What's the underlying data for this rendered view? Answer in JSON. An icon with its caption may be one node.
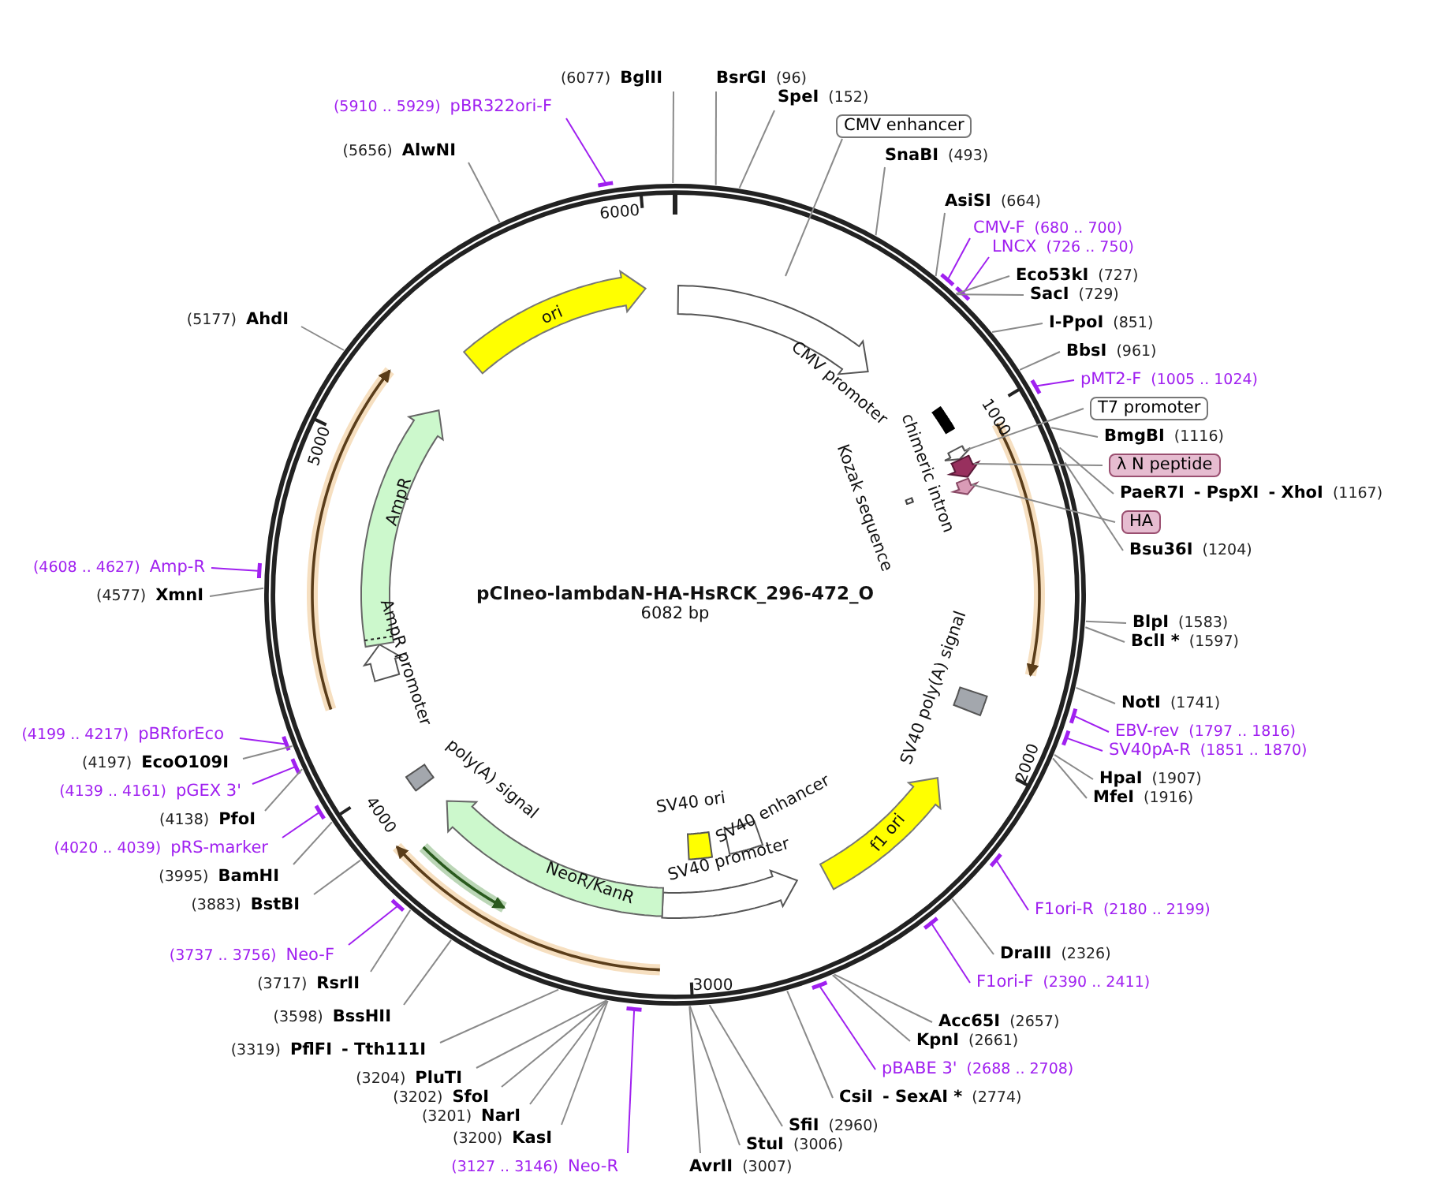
{
  "diagram": {
    "title": "pCIneo-lambdaN-HA-HsRCK_296-472_O",
    "nodes": [
      {
        "text": [
          "(6077)",
          "BglII"
        ]
      },
      {
        "text": [
          "BsrGI",
          "(96)"
        ]
      },
      {
        "text": [
          "SpeI",
          "(152)"
        ]
      },
      {
        "text": [
          "CMV enhancer"
        ]
      },
      {
        "text": [
          "SnaBI",
          "(493)"
        ]
      },
      {
        "text": [
          "AsiSI",
          "(664)"
        ]
      },
      {
        "text": [
          "CMV-F",
          "(680 .. 700)"
        ]
      },
      {
        "text": [
          "LNCX",
          "(726 .. 750)"
        ]
      },
      {
        "text": [
          "Eco53kI",
          "(727)"
        ]
      },
      {
        "text": [
          "SacI",
          "(729)"
        ]
      },
      {
        "text": [
          "I-PpoI",
          "(851)"
        ]
      },
      {
        "text": [
          "BbsI",
          "(961)"
        ]
      },
      {
        "text": [
          "pMT2-F",
          "(1005 .. 1024)"
        ]
      },
      {
        "text": [
          "T7 promoter"
        ]
      },
      {
        "text": [
          "BmgBI",
          "(1116)"
        ]
      },
      {
        "text": [
          "λ N peptide"
        ]
      },
      {
        "text": [
          "PaeR7I",
          "- PspXI",
          "- XhoI",
          "(1167)"
        ]
      },
      {
        "text": [
          "HA"
        ]
      },
      {
        "text": [
          "Bsu36I",
          "(1204)"
        ]
      },
      {
        "text": [
          "BlpI",
          "(1583)"
        ]
      },
      {
        "text": [
          "BclI *",
          "(1597)"
        ]
      },
      {
        "text": [
          "NotI",
          "(1741)"
        ]
      },
      {
        "text": [
          "EBV-rev",
          "(1797 .. 1816)"
        ]
      },
      {
        "text": [
          "SV40pA-R",
          "(1851 .. 1870)"
        ]
      },
      {
        "text": [
          "HpaI",
          "(1907)"
        ]
      },
      {
        "text": [
          "MfeI",
          "(1916)"
        ]
      },
      {
        "text": [
          "F1ori-R",
          "(2180 .. 2199)"
        ]
      },
      {
        "text": [
          "DraIII",
          "(2326)"
        ]
      },
      {
        "text": [
          "F1ori-F",
          "(2390 .. 2411)"
        ]
      },
      {
        "text": [
          "Acc65I",
          "(2657)"
        ]
      },
      {
        "text": [
          "KpnI",
          "(2661)"
        ]
      },
      {
        "text": [
          "pBABE 3'",
          "(2688 .. 2708)"
        ]
      },
      {
        "text": [
          "CsiI",
          "- SexAI *",
          "(2774)"
        ]
      },
      {
        "text": [
          "SfiI",
          "(2960)"
        ]
      },
      {
        "text": [
          "StuI",
          "(3006)"
        ]
      },
      {
        "text": [
          "AvrII",
          "(3007)"
        ]
      },
      {
        "text": [
          "(3127 .. 3146)",
          "Neo-R"
        ]
      },
      {
        "text": [
          "(3200)",
          "KasI"
        ]
      },
      {
        "text": [
          "(3201)",
          "NarI"
        ]
      },
      {
        "text": [
          "(3202)",
          "SfoI"
        ]
      },
      {
        "text": [
          "(3204)",
          "PluTI"
        ]
      },
      {
        "text": [
          "(3319)",
          "PflFI",
          "- Tth111I"
        ]
      },
      {
        "text": [
          "(3598)",
          "BssHII"
        ]
      },
      {
        "text": [
          "(3717)",
          "RsrII"
        ]
      },
      {
        "text": [
          "(3737 .. 3756)",
          "Neo-F"
        ]
      },
      {
        "text": [
          "(3883)",
          "BstBI"
        ]
      },
      {
        "text": [
          "(3995)",
          "BamHI"
        ]
      },
      {
        "text": [
          "(4020 .. 4039)",
          "pRS-marker"
        ]
      },
      {
        "text": [
          "(4138)",
          "PfoI"
        ]
      },
      {
        "text": [
          "(4139 .. 4161)",
          "pGEX 3'"
        ]
      },
      {
        "text": [
          "(4197)",
          "EcoO109I"
        ]
      },
      {
        "text": [
          "(4199 .. 4217)",
          "pBRforEco"
        ]
      },
      {
        "text": [
          "(4577)",
          "XmnI"
        ]
      },
      {
        "text": [
          "(4608 .. 4627)",
          "Amp-R"
        ]
      },
      {
        "text": [
          "(5177)",
          "AhdI"
        ]
      },
      {
        "text": [
          "(5656)",
          "AlwNI"
        ]
      },
      {
        "text": [
          "(5910 .. 5929)",
          "pBR322ori-F"
        ]
      },
      {
        "text": [
          "CMV promoter"
        ]
      },
      {
        "text": [
          "chimeric intron"
        ]
      },
      {
        "text": [
          "Kozak sequence"
        ]
      },
      {
        "text": [
          "SV40 poly(A) signal"
        ]
      },
      {
        "text": [
          "f1 ori"
        ]
      },
      {
        "text": [
          "SV40 enhancer"
        ]
      },
      {
        "text": [
          "SV40 ori"
        ]
      },
      {
        "text": [
          "SV40 promoter"
        ]
      },
      {
        "text": [
          "NeoR/KanR"
        ]
      },
      {
        "text": [
          "poly(A) signal"
        ]
      },
      {
        "text": [
          "AmpR promoter"
        ]
      },
      {
        "text": [
          "AmpR"
        ]
      },
      {
        "text": [
          "ori"
        ]
      },
      {
        "text": [],
        "shape": "arrow"
      },
      {
        "text": [],
        "shape": "arrow"
      },
      {
        "text": [],
        "shape": "arrow"
      }
    ],
    "edges": [
      {
        "from": 0,
        "to": null,
        "arrow": "none"
      },
      {
        "from": 1,
        "to": null,
        "arrow": "none"
      },
      {
        "from": 2,
        "to": null,
        "arrow": "none"
      },
      {
        "from": 3,
        "to": null,
        "arrow": "none"
      },
      {
        "from": 4,
        "to": null,
        "arrow": "none"
      },
      {
        "from": 5,
        "to": null,
        "arrow": "none"
      },
      {
        "from": 6,
        "to": null,
        "arrow": "none",
        "color": "#a020f0"
      },
      {
        "from": 7,
        "to": null,
        "arrow": "none",
        "color": "#a020f0"
      },
      {
        "from": 8,
        "to": null,
        "arrow": "none"
      },
      {
        "from": 9,
        "to": null,
        "arrow": "none"
      },
      {
        "from": 10,
        "to": null,
        "arrow": "none"
      },
      {
        "from": 11,
        "to": null,
        "arrow": "none"
      },
      {
        "from": 12,
        "to": null,
        "arrow": "none",
        "color": "#a020f0"
      },
      {
        "from": 13,
        "to": 70,
        "arrow": "none"
      },
      {
        "from": 14,
        "to": null,
        "arrow": "none"
      },
      {
        "from": 15,
        "to": 71,
        "arrow": "none"
      },
      {
        "from": 16,
        "to": null,
        "arrow": "none"
      },
      {
        "from": 17,
        "to": 72,
        "arrow": "none"
      },
      {
        "from": 18,
        "to": null,
        "arrow": "none"
      },
      {
        "from": 19,
        "to": null,
        "arrow": "none"
      },
      {
        "from": 20,
        "to": null,
        "arrow": "none"
      },
      {
        "from": 21,
        "to": null,
        "arrow": "none"
      },
      {
        "from": 22,
        "to": null,
        "arrow": "none",
        "color": "#a020f0"
      },
      {
        "from": 23,
        "to": null,
        "arrow": "none",
        "color": "#a020f0"
      },
      {
        "from": 24,
        "to": null,
        "arrow": "none"
      },
      {
        "from": 25,
        "to": null,
        "arrow": "none"
      },
      {
        "from": 26,
        "to": null,
        "arrow": "none",
        "color": "#a020f0"
      },
      {
        "from": 27,
        "to": null,
        "arrow": "none"
      },
      {
        "from": 28,
        "to": null,
        "arrow": "none",
        "color": "#a020f0"
      },
      {
        "from": 29,
        "to": null,
        "arrow": "none"
      },
      {
        "from": 30,
        "to": null,
        "arrow": "none"
      },
      {
        "from": 31,
        "to": null,
        "arrow": "none",
        "color": "#a020f0"
      },
      {
        "from": 32,
        "to": null,
        "arrow": "none"
      },
      {
        "from": 33,
        "to": null,
        "arrow": "none"
      },
      {
        "from": 34,
        "to": null,
        "arrow": "none"
      },
      {
        "from": 35,
        "to": null,
        "arrow": "none"
      },
      {
        "from": 36,
        "to": null,
        "arrow": "none",
        "color": "#a020f0"
      },
      {
        "from": 37,
        "to": null,
        "arrow": "none"
      },
      {
        "from": 38,
        "to": null,
        "arrow": "none"
      },
      {
        "from": 39,
        "to": null,
        "arrow": "none"
      },
      {
        "from": 40,
        "to": null,
        "arrow": "none"
      },
      {
        "from": 41,
        "to": null,
        "arrow": "none"
      },
      {
        "from": 42,
        "to": null,
        "arrow": "none"
      },
      {
        "from": 43,
        "to": null,
        "arrow": "none"
      },
      {
        "from": 44,
        "to": null,
        "arrow": "none",
        "color": "#a020f0"
      },
      {
        "from": 45,
        "to": null,
        "arrow": "none"
      },
      {
        "from": 46,
        "to": null,
        "arrow": "none"
      },
      {
        "from": 47,
        "to": null,
        "arrow": "none",
        "color": "#a020f0"
      },
      {
        "from": 48,
        "to": null,
        "arrow": "none"
      },
      {
        "from": 49,
        "to": null,
        "arrow": "none",
        "color": "#a020f0"
      },
      {
        "from": 50,
        "to": null,
        "arrow": "none"
      },
      {
        "from": 51,
        "to": null,
        "arrow": "none",
        "color": "#a020f0"
      },
      {
        "from": 52,
        "to": null,
        "arrow": "none"
      },
      {
        "from": 53,
        "to": null,
        "arrow": "none",
        "color": "#a020f0"
      },
      {
        "from": 54,
        "to": null,
        "arrow": "none"
      },
      {
        "from": 55,
        "to": null,
        "arrow": "none"
      },
      {
        "from": 56,
        "to": null,
        "arrow": "none",
        "color": "#a020f0"
      }
    ],
    "labels": [
      "6000",
      "1000",
      "5000",
      "6082 bp",
      "2000",
      "4000",
      "3000"
    ]
  }
}
